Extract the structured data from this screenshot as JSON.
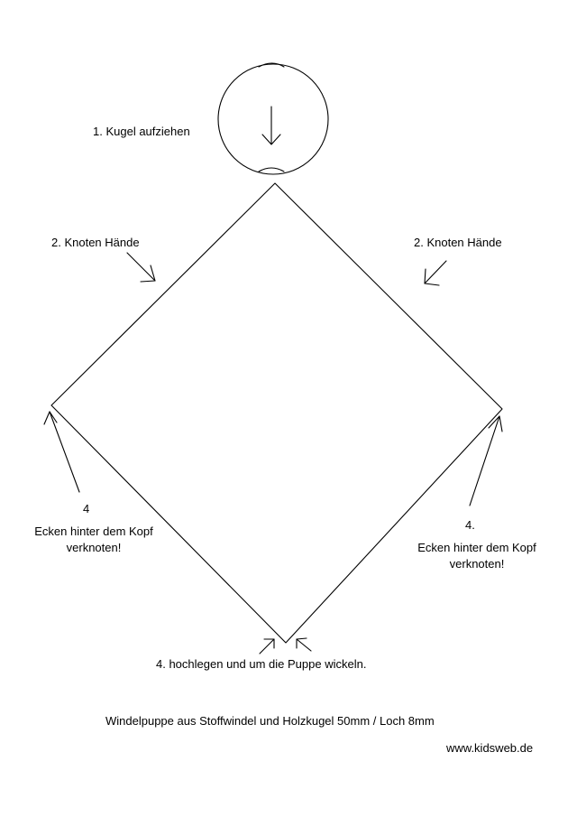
{
  "steps": {
    "step1": "1. Kugel aufziehen",
    "step2_left": "2. Knoten Hände",
    "step2_right": "2. Knoten Hände",
    "step4_left_num": "4",
    "step4_left_text_line1": "Ecken hinter dem Kopf",
    "step4_left_text_line2": "verknoten!",
    "step4_right_num": "4.",
    "step4_right_text_line1": "Ecken hinter dem Kopf",
    "step4_right_text_line2": "verknoten!",
    "step4_bottom": "4. hochlegen und um die Puppe wickeln."
  },
  "footer": {
    "caption": "Windelpuppe aus Stoffwindel und Holzkugel 50mm / Loch 8mm",
    "website": "www.kidsweb.de"
  },
  "icons": {
    "bead": "wooden-bead-circle",
    "cloth": "diaper-square",
    "arrows": "step-arrow"
  },
  "colors": {
    "line": "#000000",
    "background": "#ffffff"
  }
}
